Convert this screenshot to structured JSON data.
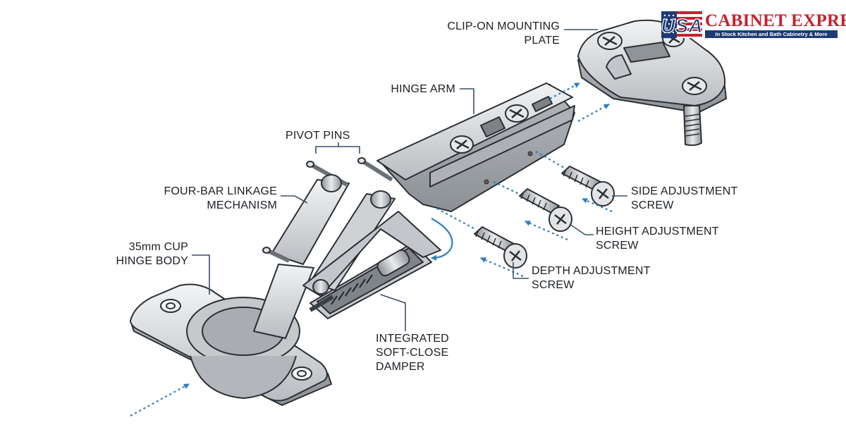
{
  "brand": {
    "name": "CABINET EXPRESS",
    "tagline": "In Stock Kitchen and Bath Cabinetry & More",
    "flag_text": "USA",
    "colors": {
      "red": "#c8202f",
      "navy": "#1f3b74"
    }
  },
  "labels": {
    "mounting_plate": [
      "CLIP-ON MOUNTING",
      "PLATE"
    ],
    "hinge_arm": [
      "HINGE ARM"
    ],
    "pivot_pins": [
      "PIVOT PINS"
    ],
    "linkage": [
      "FOUR-BAR LINKAGE",
      "MECHANISM"
    ],
    "cup": [
      "35mm CUP",
      "HINGE BODY"
    ],
    "damper": [
      "INTEGRATED",
      "SOFT-CLOSE",
      "DAMPER"
    ],
    "side_screw": [
      "SIDE ADJUSTMENT",
      "SCREW"
    ],
    "height_screw": [
      "HEIGHT ADJUSTMENT",
      "SCREW"
    ],
    "depth_screw": [
      "DEPTH ADJUSTMENT",
      "SCREW"
    ]
  },
  "colors": {
    "metal": "#d4d6d9",
    "metal_light": "#eceef0",
    "metal_dark": "#9ea3a8",
    "outline": "#2b2f33",
    "leader_line": "#3d4f66",
    "motion_arrow": "#2f7fc0"
  }
}
